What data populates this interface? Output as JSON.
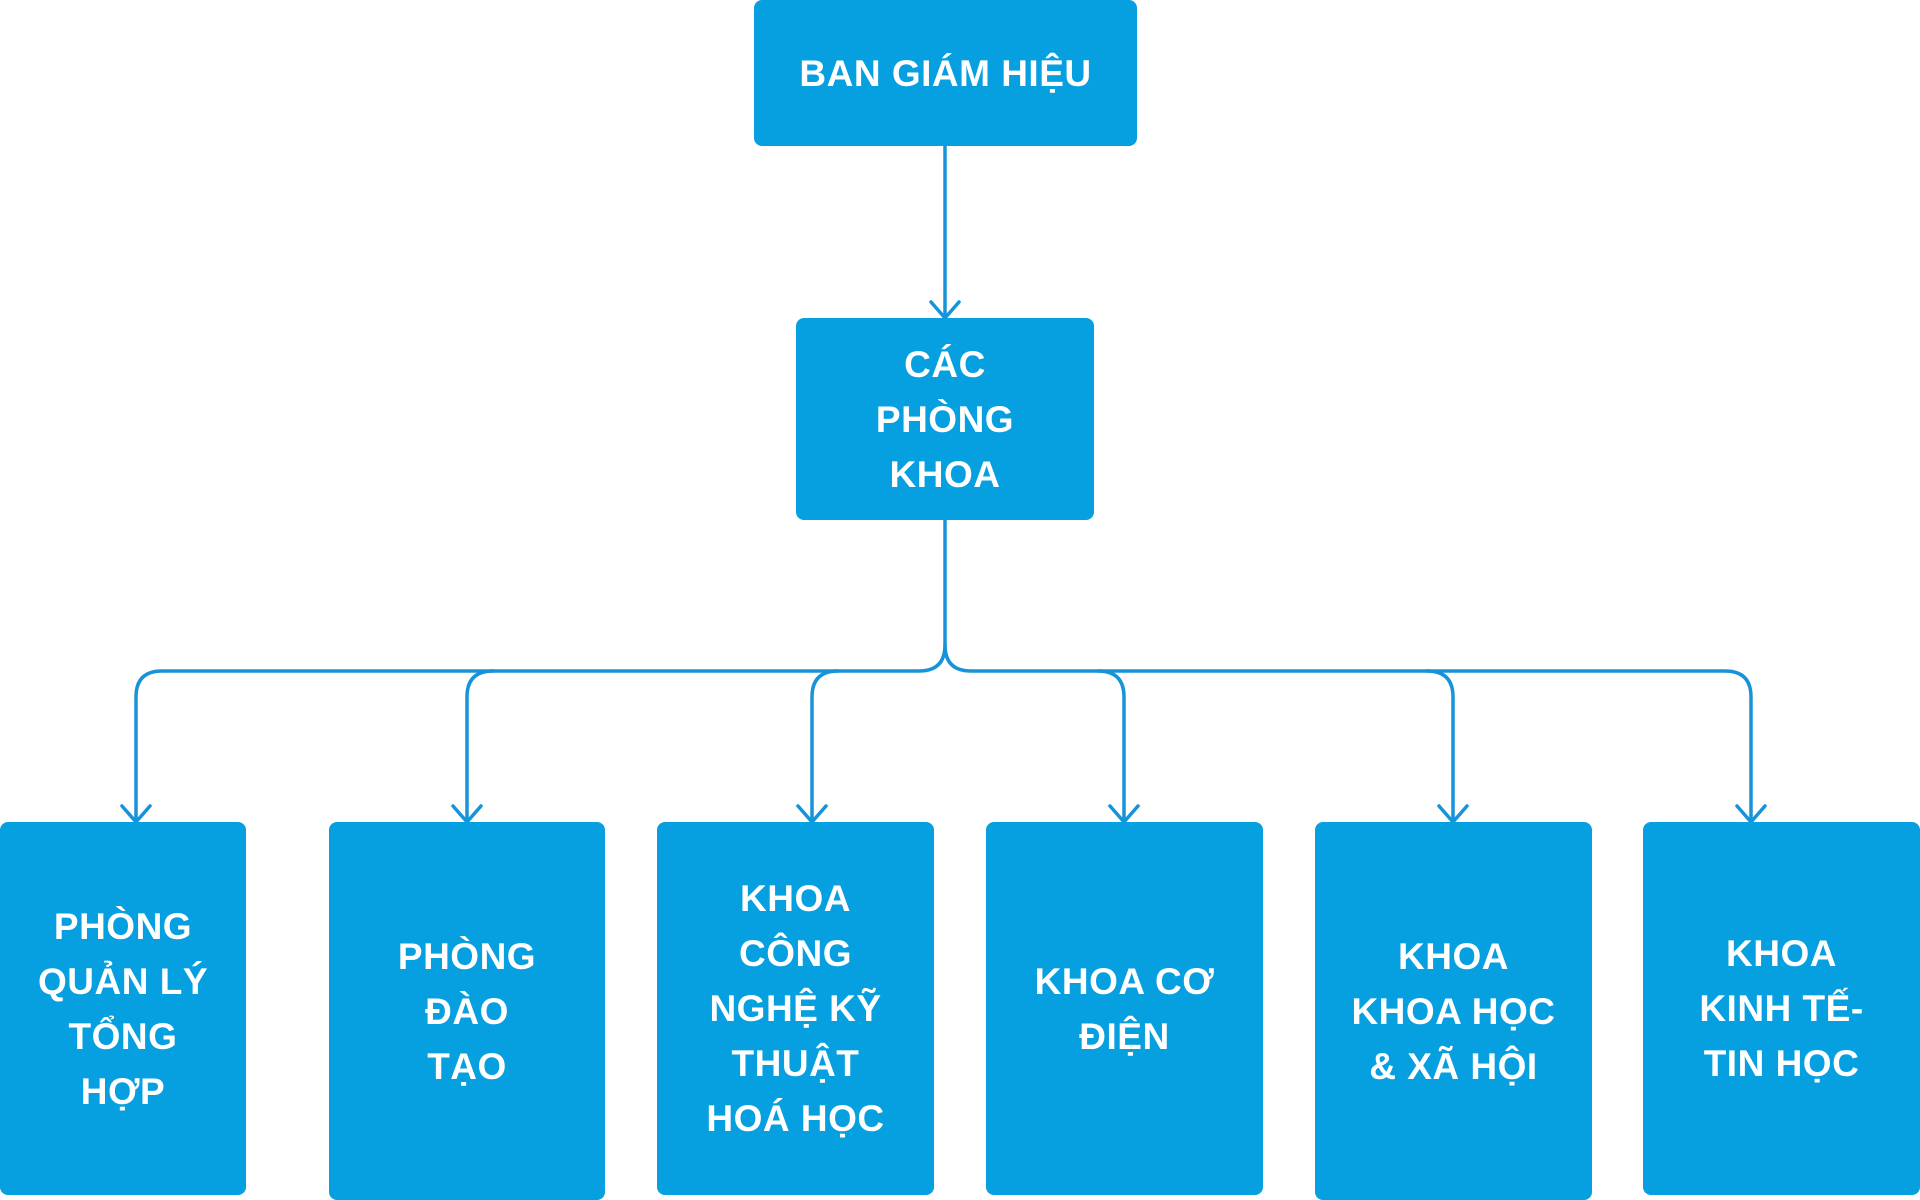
{
  "diagram": {
    "colors": {
      "box_fill": "#069fe0",
      "box_text": "#ffffff",
      "connector": "#1793d9"
    },
    "root": {
      "label": "BAN GIÁM HIỆU"
    },
    "middle": {
      "label": "CÁC\nPHÒNG\nKHOA"
    },
    "children": [
      {
        "label": "PHÒNG\nQUẢN LÝ\nTỔNG\nHỢP"
      },
      {
        "label": "PHÒNG\nĐÀO\nTẠO"
      },
      {
        "label": "KHOA\nCÔNG\nNGHỆ KỸ\nTHUẬT\nHOÁ HỌC"
      },
      {
        "label": "KHOA CƠ\nĐIỆN"
      },
      {
        "label": "KHOA\nKHOA HỌC\n& XÃ HỘI"
      },
      {
        "label": "KHOA\nKINH TẾ-\nTIN HỌC"
      }
    ]
  }
}
